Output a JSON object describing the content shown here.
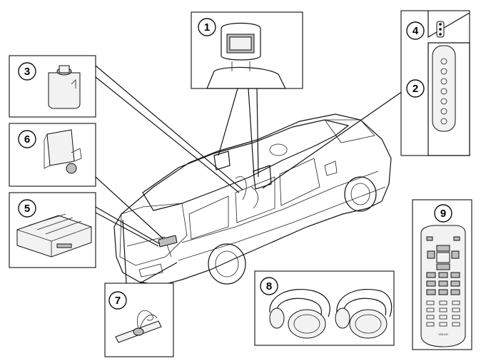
{
  "callouts": {
    "c1": "1",
    "c2": "2",
    "c3": "3",
    "c4": "4",
    "c5": "5",
    "c6": "6",
    "c7": "7",
    "c8": "8",
    "c9": "9"
  },
  "remote": {
    "logo": "VOLVO"
  },
  "colors": {
    "line": "#111111",
    "part_fill": "#f2f2f2",
    "shade": "#bdbdbd",
    "background": "#ffffff"
  }
}
